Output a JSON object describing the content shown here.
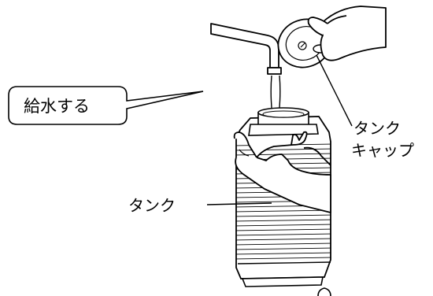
{
  "callout": {
    "text": "給水する"
  },
  "labels": {
    "tank_cap_line1": "タンク",
    "tank_cap_line2": "キャップ",
    "tank": "タンク"
  }
}
